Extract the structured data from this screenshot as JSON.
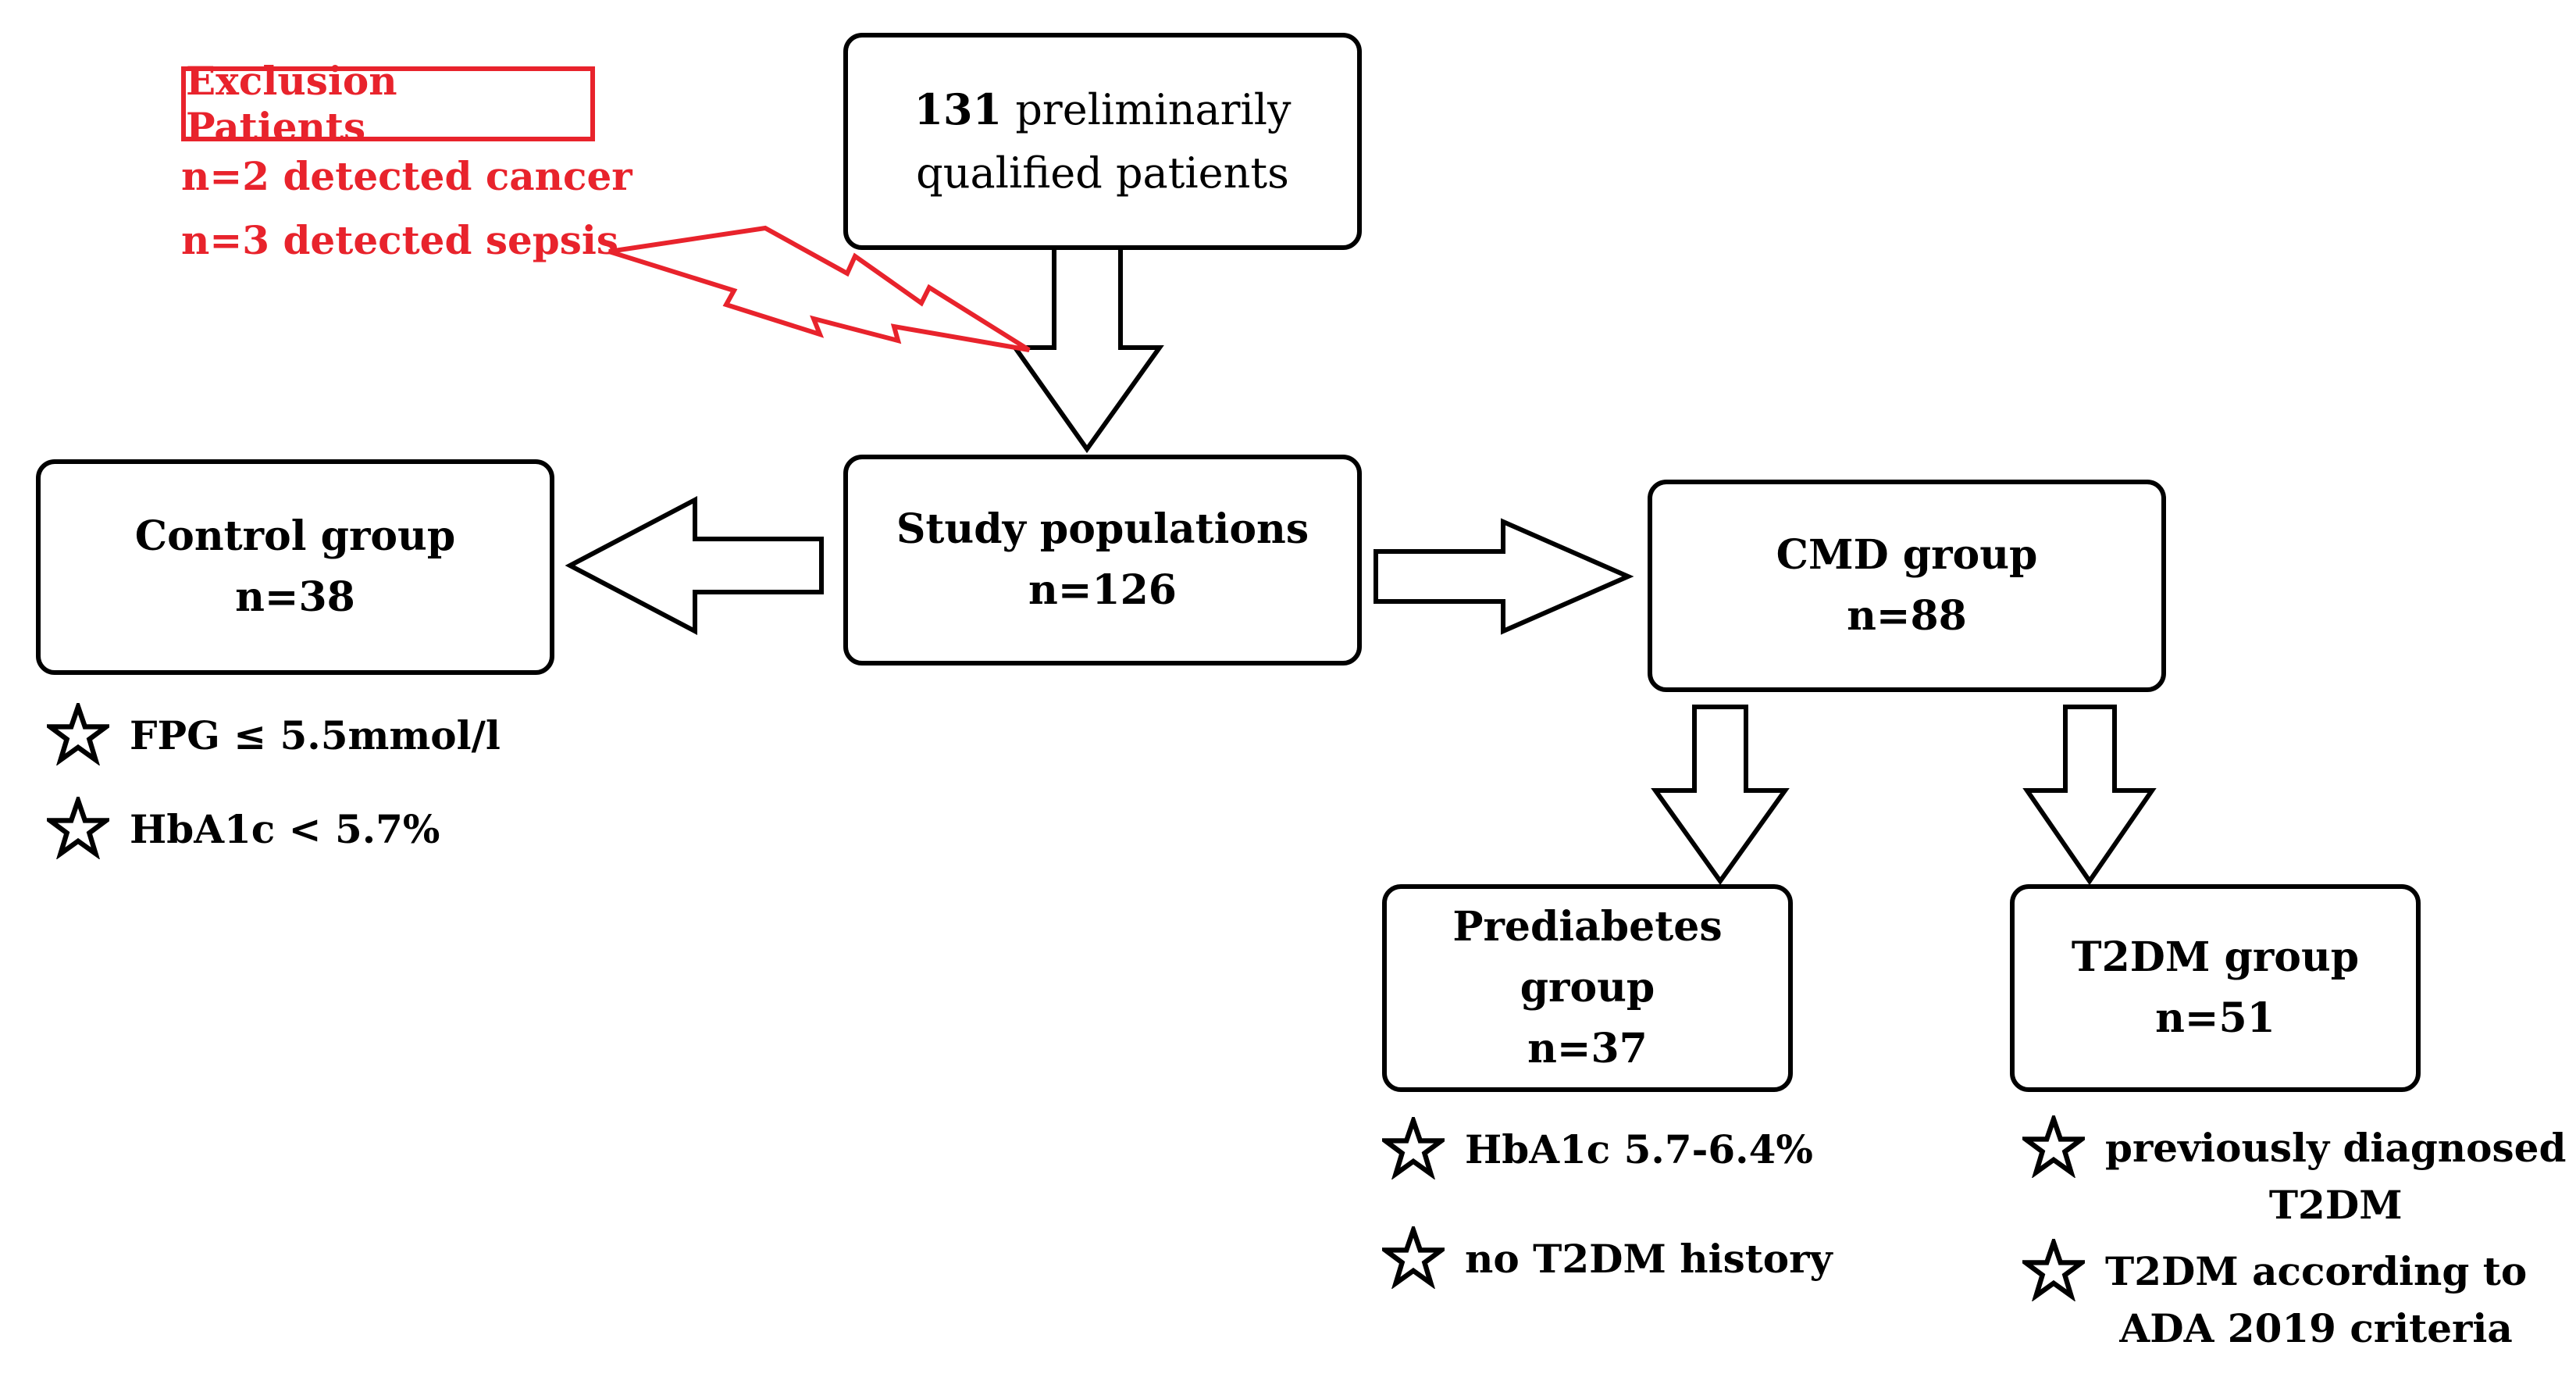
{
  "exclusion": {
    "title": "Exclusion Patients",
    "lines": [
      "n=2  detected cancer",
      "n=3 detected sepsis"
    ],
    "color": "#e8232c"
  },
  "top_box": {
    "count": "131",
    "line1_rest": " preliminarily",
    "line2": "qualified patients"
  },
  "study_box": {
    "label": "Study populations",
    "count": "n=126"
  },
  "control_box": {
    "label": "Control group",
    "count": "n=38"
  },
  "cmd_box": {
    "label": "CMD group",
    "count": "n=88"
  },
  "prediabetes_box": {
    "label": "Prediabetes group",
    "count": "n=37"
  },
  "t2dm_box": {
    "label": "T2DM group",
    "count": "n=51"
  },
  "control_criteria": [
    "FPG ≤ 5.5mmol/l",
    "HbA1c < 5.7%"
  ],
  "prediabetes_criteria": [
    "HbA1c 5.7-6.4%",
    "no T2DM history"
  ],
  "t2dm_criteria": [
    {
      "line1": "previously diagnosed",
      "line2": "T2DM"
    },
    {
      "line1": "T2DM according to",
      "line2": "ADA 2019 criteria"
    }
  ],
  "icons": {
    "criterion": "star-icon",
    "flow": "block-arrow-icon",
    "exclusion": "lightning-bolt-icon"
  }
}
